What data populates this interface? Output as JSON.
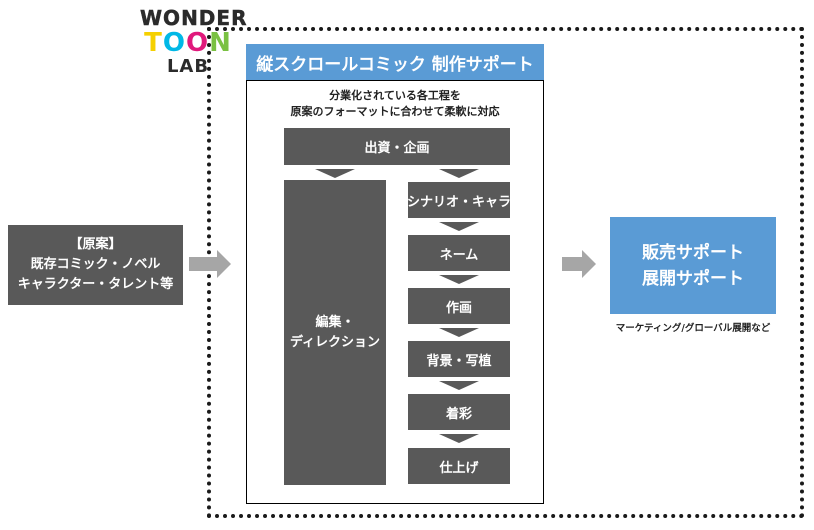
{
  "logo": {
    "line1": "WONDER",
    "line2_parts": [
      "T",
      "O",
      "O",
      "N"
    ],
    "line3": "LAB"
  },
  "main": {
    "title": "縦スクロールコミック 制作サポート",
    "subtitle": "分業化されている各工程を\n原案のフォーマットに合わせて柔軟に対応",
    "funding": "出資・企画",
    "editorial": "編集・\nディレクション",
    "steps": [
      "シナリオ・キャラ",
      "ネーム",
      "作画",
      "背景・写植",
      "着彩",
      "仕上げ"
    ]
  },
  "source": {
    "text": "【原案】\n既存コミック・ノベル\nキャラクター・タレント等"
  },
  "sales": {
    "text": "販売サポート\n展開サポート",
    "note": "マーケティング/グローバル展開など"
  },
  "colors": {
    "blue": "#5a9bd5",
    "dark": "#595959",
    "arrow": "#a6a6a6"
  }
}
